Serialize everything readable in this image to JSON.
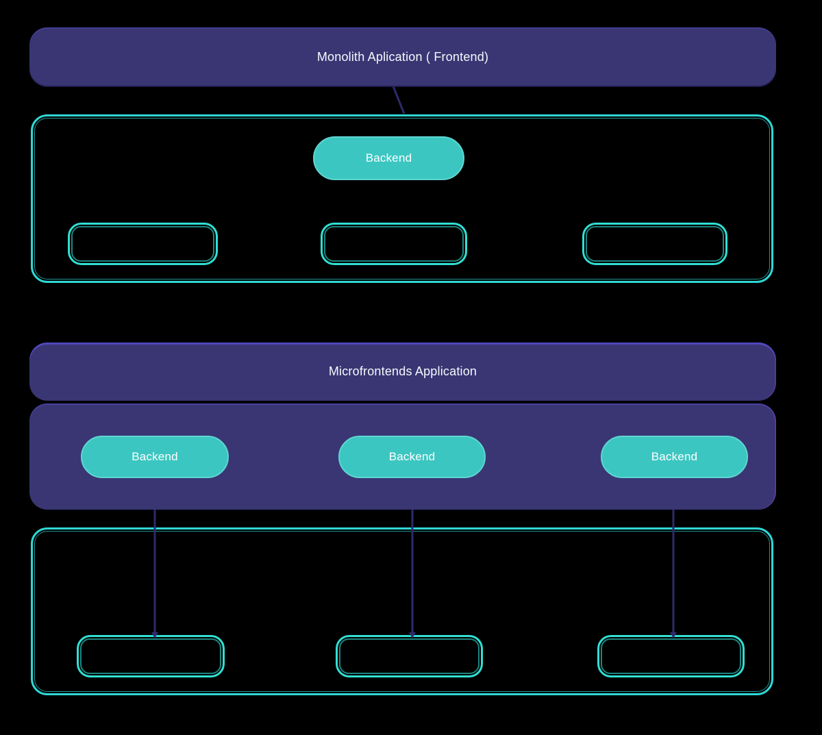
{
  "monolith": {
    "banner": "Monolith Aplication ( Frontend)",
    "backend_pill": "Backend",
    "frontend_module_count": 3
  },
  "microfrontends": {
    "banner": "Microfrontends Application",
    "backend_pills": [
      "Backend",
      "Backend",
      "Backend"
    ],
    "frontend_module_count": 3
  },
  "colors": {
    "background": "#000000",
    "banner_bg": "#393673",
    "banner_top_highlight": "#584ed2",
    "connector_line": "#2e2a6d",
    "container_border": "#2fd8d6",
    "module_border": "#30e0d4",
    "pill_bg": "#3cc6c1",
    "pill_border": "#5fd6d2",
    "text": "#f8f8fc"
  }
}
